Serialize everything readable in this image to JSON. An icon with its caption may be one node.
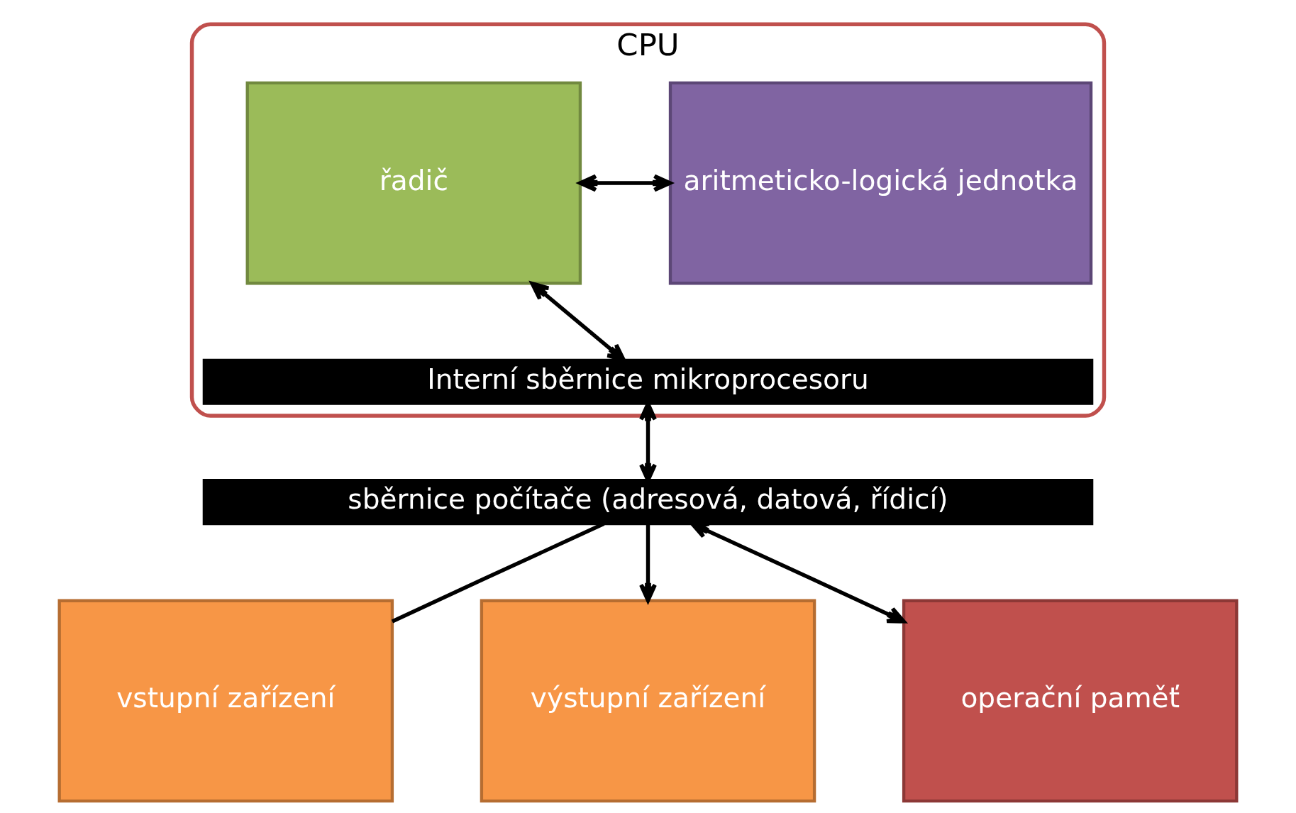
{
  "diagram": {
    "nodes": [
      {
        "text": [
          "CPU"
        ]
      },
      {
        "text": [
          "řadič"
        ],
        "in": 0
      },
      {
        "text": [
          "aritmeticko-logická jednotka"
        ],
        "in": 0
      },
      {
        "text": [
          "Interní sběrnice mikroprocesoru"
        ],
        "in": 0
      },
      {
        "text": [
          "sběrnice počítače (adresová, datová, řídicí)"
        ]
      },
      {
        "text": [
          "vstupní zařízení"
        ]
      },
      {
        "text": [
          "výstupní zařízení"
        ]
      },
      {
        "text": [
          "operační paměť"
        ]
      }
    ],
    "edges": [
      {
        "from": 1,
        "to": 2,
        "arrow": "both"
      },
      {
        "from": 1,
        "to": 3,
        "arrow": "both"
      },
      {
        "from": 3,
        "to": 4,
        "arrow": "both"
      },
      {
        "from": 5,
        "to": 4,
        "arrow": "none"
      },
      {
        "from": 4,
        "to": 6,
        "arrow": "to"
      },
      {
        "from": 4,
        "to": 7,
        "arrow": "both"
      }
    ]
  }
}
